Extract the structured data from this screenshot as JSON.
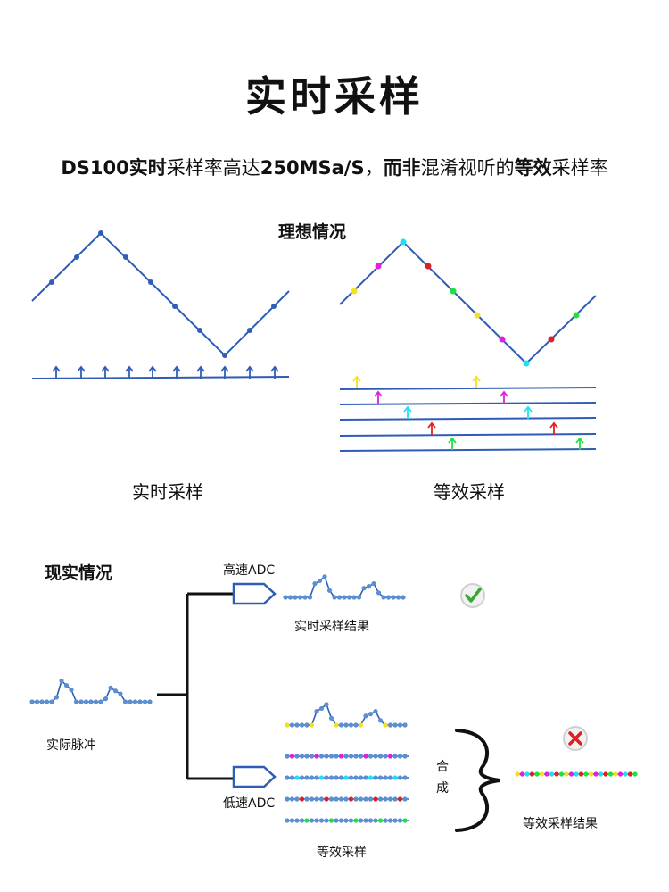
{
  "title": "实时采样",
  "subtitle": {
    "p1": "DS100",
    "p2": "实时",
    "p3": "采样率高达",
    "p4": "250MSa/S",
    "p5": "，",
    "p6": "而非",
    "p7": "混淆视听的",
    "p8": "等效",
    "p9": "采样率"
  },
  "ideal": {
    "heading": "理想情况",
    "left_caption": "实时采样",
    "right_caption": "等效采样"
  },
  "real": {
    "heading": "现实情况",
    "pulse_label": "实际脉冲",
    "high_adc_label": "高速ADC",
    "low_adc_label": "低速ADC",
    "realtime_result_label": "实时采样结果",
    "equivalent_label": "等效采样",
    "synth_char1": "合",
    "synth_char2": "成",
    "equivalent_result_label": "等效采样结果"
  },
  "colors": {
    "line": "#2f5db5",
    "dot": "#5b8fd0",
    "yellow": "#f5e020",
    "magenta": "#e020e0",
    "cyan": "#20e0f0",
    "red": "#e02020",
    "green": "#20e040",
    "check": "#39a833",
    "cross": "#e02020"
  },
  "icons": {
    "ok": "check-icon",
    "bad": "cross-icon"
  }
}
